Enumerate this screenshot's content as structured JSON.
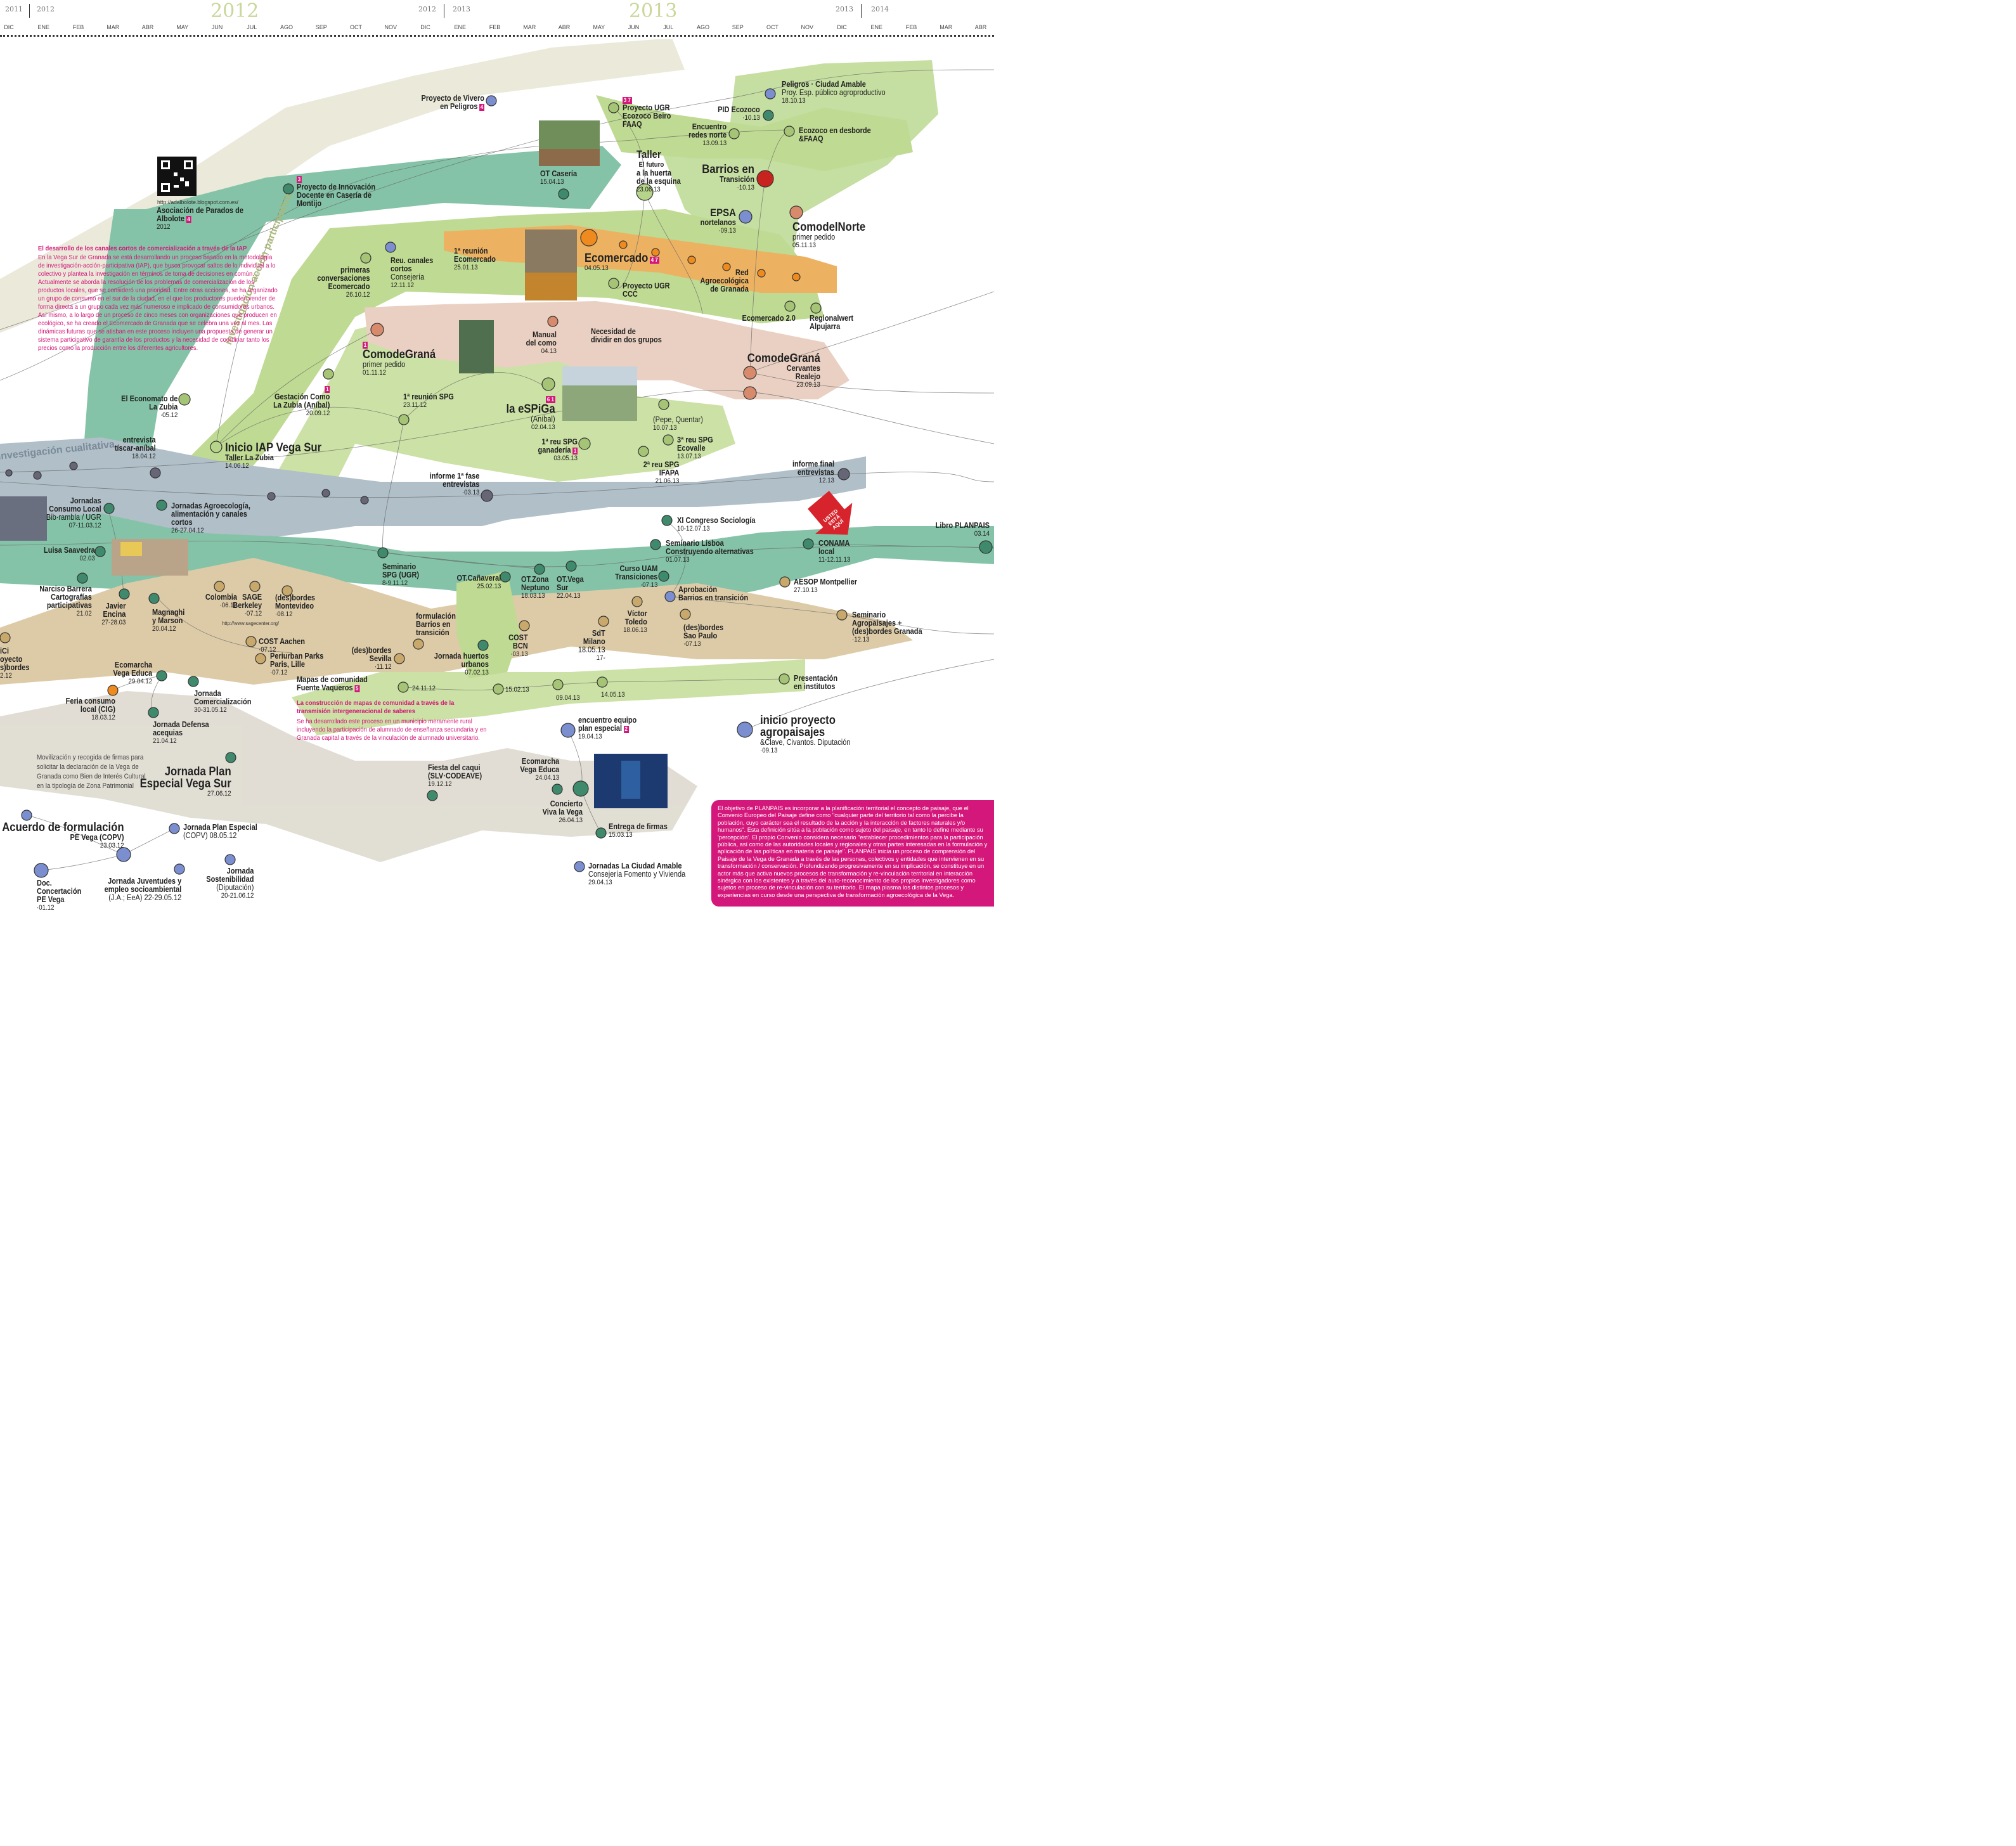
{
  "timeline": {
    "year_labels": [
      "2011",
      "2012",
      "2012",
      "2013",
      "2013",
      "2014"
    ],
    "big_years": [
      "2012",
      "2013"
    ],
    "months": [
      "DIC",
      "ENE",
      "FEB",
      "MAR",
      "ABR",
      "MAY",
      "JUN",
      "JUL",
      "AGO",
      "SEP",
      "OCT",
      "NOV",
      "DIC",
      "ENE",
      "FEB",
      "MAR",
      "ABR",
      "MAY",
      "JUN",
      "JUL",
      "AGO",
      "SEP",
      "OCT",
      "NOV",
      "DIC",
      "ENE",
      "FEB",
      "MAR",
      "ABR"
    ]
  },
  "colors": {
    "magenta": "#d4177a",
    "green_band": "#a8cf6e",
    "teal_band": "#4fa98a",
    "grey_band": "#9fb0b8",
    "tan_band": "#d2b98a",
    "pink_band": "#e3bfae",
    "orange_band": "#e29a2a",
    "node_red": "#c8241f",
    "node_orange": "#ee8a1e"
  },
  "qr_url": "http://adalbolote.blogspot.com.es/",
  "sagecenter_url": "http://www.sagecenter.org/",
  "rotated": {
    "iap": "investigación acción participativa",
    "cual": "investigación cualitativa"
  },
  "usted": "USTED ESTÁ AQUÍ",
  "iap_text": {
    "title": "El desarrollo de los canales cortos de comercialización a través de la IAP",
    "body": "En la Vega Sur de Granada se está desarrollando un proceso basado en la metodología de investigación-acción-participativa (IAP), que busca provocar saltos de lo individual a lo colectivo y plantea la investigación en términos de toma de decisiones en común. Actualmente se aborda la resolución de los problemas de comercialización de los productos locales, que se consideró una prioridad. Entre otras acciones, se ha organizado un grupo de consumo en el sur de la ciudad, en el que los productores pueden vender de forma directa a un grupo cada vez más numeroso e implicado de consumidores urbanos. Así mismo, a lo largo de un proceso de cinco meses con organizaciones que producen en ecológico, se ha creado el Ecomercado de Granada que se celebra una vez al mes. Las dinámicas futuras que se atisban en este proceso incluyen una propuesta de generar un sistema participativo de garantía de los productos y la necesidad de coordinar tanto los precios como la producción entre los diferentes agricultores."
  },
  "mapas_text": {
    "title": "La construcción de mapas de comunidad a través de la transmisión intergeneracional de saberes",
    "body": "Se ha desarrollado este proceso en un municipio meramente rural incluyendo la participación de alumnado de enseñanza secundaria y en Granada capital a través de la vinculación de alumnado universitario."
  },
  "movilizacion_text": "Movilización y recogida de firmas para solicitar la declaración de la Vega de Granada como Bien de Interés Cultural en la tipología de Zona Patrimonial",
  "planpais_text": "El objetivo de PLANPAIS es incorporar a la planificación territorial el concepto de paisaje, que el Convenio Europeo del Paisaje define como \"cualquier parte del territorio tal como la percibe la población, cuyo carácter sea el resultado de la acción y la interacción de factores naturales y/o humanos\". Esta definición sitúa a la población como sujeto del paisaje, en tanto lo define mediante su 'percepción'. El propio Convenio considera necesario \"establecer procedimientos para la participación pública, así como de las autoridades locales y regionales y otras partes interesadas en la formulación y aplicación de las políticas en materia de paisaje\". PLANPAIS inicia un proceso de comprensión del Paisaje de la Vega de Granada a través de las personas, colectivos y entidades que intervienen en su transformación / conservación. Profundizando progresivamente en su implicación, se constituye en un actor más que activa nuevos procesos de transformación y re-vinculación territorial en interacción sinérgica con los existentes y a través del auto-reconocimiento de los propios investigadores como sujetos en proceso de re-vinculación con su territorio. El mapa plasma los distintos procesos y experiencias en curso desde una perspectiva de transformación agroecológica de la Vega.",
  "labels": [
    {
      "t": "Peligros · Ciudad Amable",
      "s": "Proy. Esp. público agroproductivo",
      "d": "18.10.13"
    },
    {
      "t": "Proyecto de Vivero",
      "t2": "en Peligros",
      "badge": "4"
    },
    {
      "badge": "3 7",
      "t": "Proyecto UGR",
      "t2": "Ecozoco Beiro",
      "t3": "FAAQ"
    },
    {
      "t": "PID Ecozoco",
      "d": "·10.13"
    },
    {
      "t": "Encuentro",
      "t2": "redes norte",
      "d": "13.09.13"
    },
    {
      "t": "Ecozoco en desborde",
      "t2": "&FAAQ"
    },
    {
      "t": "OT Casería",
      "d": "15.04.13"
    },
    {
      "t": "Taller",
      "t_small": "El futuro",
      "t2": "a la huerta",
      "t3": "de la esquina",
      "d": "23.06.13"
    },
    {
      "t": "Barrios en",
      "t2": "Transición",
      "d": "·10.13"
    },
    {
      "badge": "3",
      "t": "Proyecto de Innovación",
      "t2": "Docente en Casería de",
      "t3": "Montijo"
    },
    {
      "t": "Asociación de Parados de",
      "t2": "Albolote",
      "badge": "4",
      "d": "2012"
    },
    {
      "t": "EPSA",
      "t2": "nortelanos",
      "d": "·09.13"
    },
    {
      "t": "ComodelNorte",
      "d": "05.11.13",
      "s": "primer pedido"
    },
    {
      "t": "Reu. canales",
      "t2": "cortos",
      "s": "Consejería",
      "d": "12.11.12"
    },
    {
      "t": "1ª reunión",
      "t2": "Ecomercado",
      "d": "25.01.13"
    },
    {
      "t": "Ecomercado",
      "d": "04.05.13",
      "badge": "4 7"
    },
    {
      "t": "Red",
      "t2": "Agroecológica",
      "t3": "de Granada"
    },
    {
      "t": "Proyecto UGR",
      "t2": "CCC"
    },
    {
      "t": "primeras",
      "t2": "conversaciones",
      "t3": "Ecomercado",
      "d": "26.10.12"
    },
    {
      "t": "Ecomercado 2.0"
    },
    {
      "t": "Regionalwert",
      "t2": "Alpujarra"
    },
    {
      "badge": "1",
      "t": "ComodeGraná",
      "d": "01.11.12",
      "s": "primer pedido"
    },
    {
      "t": "Manual",
      "t2": "del como",
      "d": "04.13"
    },
    {
      "t": "Necesidad de",
      "t2": "dividir en dos grupos"
    },
    {
      "t": "ComodeGraná",
      "t2": "Cervantes",
      "d": "23.09.13",
      "t3": "Realejo"
    },
    {
      "badge": "1",
      "t": "Gestación Como",
      "t2": "La Zubia (Aníbal)",
      "d": "20.09.12"
    },
    {
      "t": "1ª reunión SPG",
      "d": "23.11.12"
    },
    {
      "badge": "6 1",
      "t": "la eSPiGa",
      "d": "02.04.13",
      "s": "(Aníbal)"
    },
    {
      "d": "10.07.13",
      "s": "(Pepe, Quentar)"
    },
    {
      "t": "El Economato de",
      "t2": "La Zubia",
      "d": "·05.12"
    },
    {
      "t": "entrevista",
      "t2": "tíscar-aníbal",
      "d": "18.04.12"
    },
    {
      "t": "Inicio IAP Vega Sur",
      "t2": "Taller La Zubia",
      "d": "14.06.12"
    },
    {
      "t": "1ª reu SPG",
      "t2": "ganadería",
      "d": "03.05.13",
      "badge": "1"
    },
    {
      "t": "3ª reu SPG",
      "t2": "Ecovalle",
      "d": "13.07.13"
    },
    {
      "t": "2ª reu SPG",
      "t2": "IFAPA",
      "d": "21.06.13"
    },
    {
      "t": "informe final",
      "t2": "entrevistas",
      "d": "12.13"
    },
    {
      "t": "informe 1ª fase",
      "t2": "entrevistas",
      "d": "·03.13"
    },
    {
      "t": "Jornadas",
      "t2": "Consumo Local",
      "d": "07-11.03.12",
      "s": "Bib·rambla / UGR"
    },
    {
      "t": "Jornadas Agroecología,",
      "t2": "alimentación y canales",
      "t3": "cortos",
      "d": "26-27.04.12"
    },
    {
      "t": "XI Congreso Sociología",
      "d": "10-12.07.13"
    },
    {
      "t": "Libro PLANPAIS",
      "d": "03.14"
    },
    {
      "t": "Luisa Saavedra",
      "d": "02.03"
    },
    {
      "t": "Seminario Lisboa",
      "t2": "Construyendo alternativas",
      "d": "01.07.13"
    },
    {
      "t": "CONAMA",
      "t2": "local",
      "d": "11-12.11.13"
    },
    {
      "t": "Narciso Barrera",
      "t2": "Cartografías",
      "t3": "participativas",
      "d": "21.02"
    },
    {
      "t": "Javier",
      "t2": "Encina",
      "d": "27-28.03"
    },
    {
      "t": "Magnaghi",
      "t2": "y Marson",
      "d": "20.04.12"
    },
    {
      "t": "Seminario",
      "t2": "SPG (UGR)",
      "d": "8-9.11.12"
    },
    {
      "t": "OT.Cañaveral",
      "d": "25.02.13"
    },
    {
      "t": "OT.Zona",
      "t2": "Neptuno",
      "d": "18.03.13"
    },
    {
      "t": "OT.Vega",
      "t2": "Sur",
      "d": "22.04.13"
    },
    {
      "t": "Curso UAM",
      "t2": "Transiciones",
      "d": "·07.13"
    },
    {
      "t": "AESOP Montpellier",
      "d": "27.10.13"
    },
    {
      "t": "Aprobación",
      "t2": "Barrios en transición"
    },
    {
      "t": "Colombia",
      "d": "·06.12"
    },
    {
      "t": "SAGE",
      "t2": "Berkeley",
      "d": "·07.12"
    },
    {
      "t": "(des)bordes",
      "t2": "Montevideo",
      "d": "·08.12"
    },
    {
      "t": "formulación",
      "t2": "Barrios en",
      "t3": "transición"
    },
    {
      "t": "Víctor",
      "t2": "Toledo",
      "d": "18.06.13"
    },
    {
      "t": "(des)bordes",
      "t2": "Sao Paulo",
      "d": "·07.13"
    },
    {
      "t": "Seminario",
      "t2": "Agropaisajes +",
      "t3": "(des)bordes Granada",
      "d": "·12.13"
    },
    {
      "t": "COST Aachen",
      "d": "·07.12"
    },
    {
      "t": "Periurban Parks",
      "t2": "Paris, Lille",
      "d": "·07.12"
    },
    {
      "t": "COST",
      "t2": "BCN",
      "d": "·03.13"
    },
    {
      "t": "SdT",
      "t2": "Milano",
      "d": "17-",
      "s": "18.05.13"
    },
    {
      "t": "(des)bordes",
      "t2": "Sevilla",
      "d": "·11.12"
    },
    {
      "t": "Jornada huertos",
      "t2": "urbanos",
      "d": "07.02.13"
    },
    {
      "t": "iCi",
      "t2": "oyecto",
      "t3": "s)bordes",
      "d": "2.12"
    },
    {
      "t": "Ecomarcha",
      "t2": "Vega Educa",
      "d": "29.04.12"
    },
    {
      "t": "Jornada",
      "t2": "Comercialización",
      "d": "30-31.05.12"
    },
    {
      "t": "Mapas de comunidad",
      "t2": "Fuente Vaqueros",
      "badge": "5"
    },
    {
      "d": "24.11.12"
    },
    {
      "d": "15.02.13"
    },
    {
      "d": "09.04.13"
    },
    {
      "d": "14.05.13"
    },
    {
      "t": "Presentación",
      "t2": "en institutos"
    },
    {
      "t": "Feria consumo",
      "t2": "local (CIG)",
      "d": "18.03.12"
    },
    {
      "t": "Jornada Defensa",
      "t2": "acequias",
      "d": "21.04.12"
    },
    {
      "t": "encuentro equipo",
      "t2": "plan especial",
      "badge": "2",
      "d": "19.04.13"
    },
    {
      "t": "inicio proyecto",
      "t2": "agropaisajes",
      "s": "&Clave, Civantos.  Diputación",
      "d": "·09.13"
    },
    {
      "t": "Jornada Plan",
      "t2": "Especial Vega Sur",
      "d": "27.06.12"
    },
    {
      "t": "Fiesta del caqui",
      "t2": "(SLV·CODEAVE)",
      "d": "19.12.12"
    },
    {
      "t": "Ecomarcha",
      "t2": "Vega Educa",
      "d": "24.04.13"
    },
    {
      "t": "Concierto",
      "t2": "Viva la Vega",
      "d": "26.04.13"
    },
    {
      "t": "Entrega de firmas",
      "d": "15.03.13"
    },
    {
      "t": "Acuerdo de formulación",
      "t2": "PE Vega (COPV)",
      "d": "23.03.12"
    },
    {
      "t": "Jornada Plan Especial",
      "s": "(COPV) 08.05.12"
    },
    {
      "t": "Doc.",
      "t2": "Concertación",
      "t3": "PE Vega",
      "d": "·01.12"
    },
    {
      "t": "Jornada Juventudes y",
      "t2": "empleo socioambiental",
      "s": "(J.A.; EeA) 22-29.05.12"
    },
    {
      "t": "Jornada",
      "t2": "Sostenibilidad",
      "s": "(Diputación)",
      "d": "20-21.06.12"
    },
    {
      "t": "Jornadas La Ciudad Amable",
      "s": "Consejería Fomento y Vivienda",
      "d": "29.04.13"
    }
  ]
}
